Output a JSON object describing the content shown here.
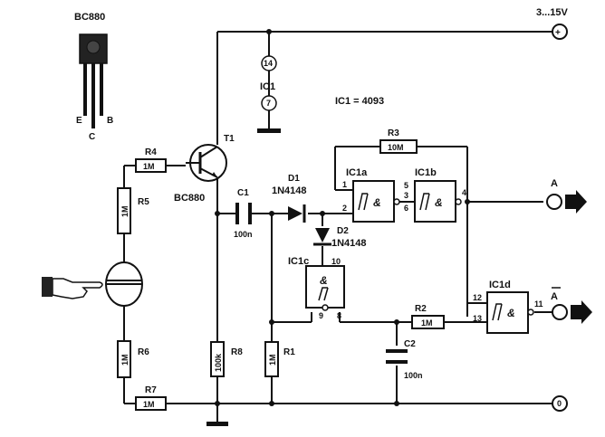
{
  "transistor_drawing": {
    "title": "BC880",
    "pin_e": "E",
    "pin_c": "C",
    "pin_b": "B"
  },
  "supply": {
    "label": "3...15V",
    "plus": "+",
    "ground": "0"
  },
  "ic1_power": {
    "pin14": "14",
    "name": "IC1",
    "pin7": "7"
  },
  "ic_note": "IC1 = 4093",
  "t1": {
    "ref": "T1",
    "type": "BC880"
  },
  "resistors": {
    "r3": {
      "ref": "R3",
      "value": "10M"
    },
    "r4": {
      "ref": "R4",
      "value": "1M"
    },
    "r5": {
      "ref": "R5",
      "value": "1M"
    },
    "r6": {
      "ref": "R6",
      "value": "1M"
    },
    "r7": {
      "ref": "R7",
      "value": "1M"
    },
    "r8": {
      "ref": "R8",
      "value": "100k"
    },
    "r1": {
      "ref": "R1",
      "value": "1M"
    },
    "r2": {
      "ref": "R2",
      "value": "1M"
    }
  },
  "capacitors": {
    "c1": {
      "ref": "C1",
      "value": "100n"
    },
    "c2": {
      "ref": "C2",
      "value": "100n"
    }
  },
  "diodes": {
    "d1": {
      "ref": "D1",
      "type": "1N4148"
    },
    "d2": {
      "ref": "D2",
      "type": "1N4148"
    }
  },
  "gates": {
    "ic1a": {
      "ref": "IC1a",
      "sym": "&",
      "pins": [
        "1",
        "2",
        "3"
      ]
    },
    "ic1b": {
      "ref": "IC1b",
      "sym": "&",
      "pins": [
        "5",
        "6",
        "4"
      ]
    },
    "ic1c": {
      "ref": "IC1c",
      "sym": "&",
      "pins": [
        "10",
        "9",
        "8"
      ]
    },
    "ic1d": {
      "ref": "IC1d",
      "sym": "&",
      "pins": [
        "12",
        "13",
        "11"
      ]
    }
  },
  "outputs": {
    "a": "A",
    "a_bar": "A"
  }
}
